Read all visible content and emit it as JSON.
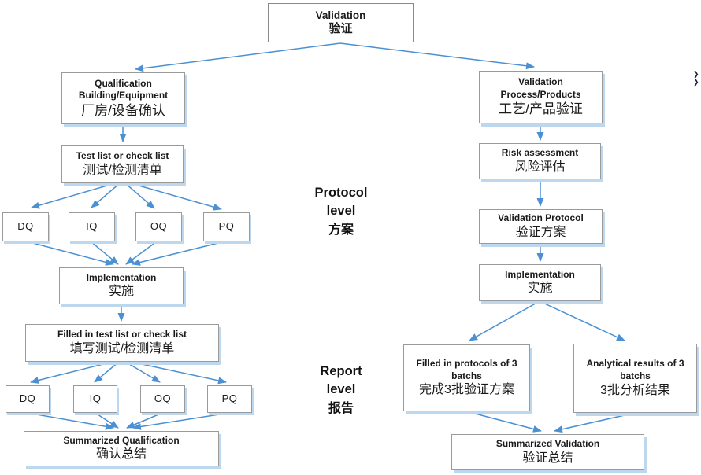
{
  "theme": {
    "arrow": "#4a90d2",
    "box-border": "#9a9a9a",
    "box-shadow-c": "#bdd7ee",
    "text": "#1a1a1a",
    "bg": "#ffffff"
  },
  "nodes": {
    "validation": {
      "en": "Validation",
      "zh": "验证"
    },
    "qualification": {
      "en": "Qualification\nBuilding/Equipment",
      "zh": "厂房/设备确认"
    },
    "process_products": {
      "en": "Validation\nProcess/Products",
      "zh": "工艺/产品验证"
    },
    "test_list": {
      "en": "Test list or check list",
      "zh": "测试/检测清单"
    },
    "risk_assessment": {
      "en": "Risk assessment",
      "zh": "风险评估"
    },
    "dq1": {
      "en": "DQ"
    },
    "iq1": {
      "en": "IQ"
    },
    "oq1": {
      "en": "OQ"
    },
    "pq1": {
      "en": "PQ"
    },
    "validation_protocol": {
      "en": "Validation Protocol",
      "zh": "验证方案"
    },
    "implementation_left": {
      "en": "Implementation",
      "zh": "实施"
    },
    "implementation_right": {
      "en": "Implementation",
      "zh": "实施"
    },
    "filled_test_list": {
      "en": "Filled in test list or check list",
      "zh": "填写测试/检测清单"
    },
    "filled_protocols": {
      "en": "Filled in protocols of 3\nbatchs",
      "zh": "完成3批验证方案"
    },
    "analytical_results": {
      "en": "Analytical results of 3\nbatchs",
      "zh": "3批分析结果"
    },
    "dq2": {
      "en": "DQ"
    },
    "iq2": {
      "en": "IQ"
    },
    "oq2": {
      "en": "OQ"
    },
    "pq2": {
      "en": "PQ"
    },
    "summarized_qualification": {
      "en": "Summarized Qualification",
      "zh": "确认总结"
    },
    "summarized_validation": {
      "en": "Summarized Validation",
      "zh": "验证总结"
    }
  },
  "labels": {
    "protocol_level": {
      "en": "Protocol\nlevel",
      "zh": "方案"
    },
    "report_level": {
      "en": "Report\nlevel",
      "zh": "报告"
    }
  },
  "artifacts": {
    "mark": "❯"
  }
}
